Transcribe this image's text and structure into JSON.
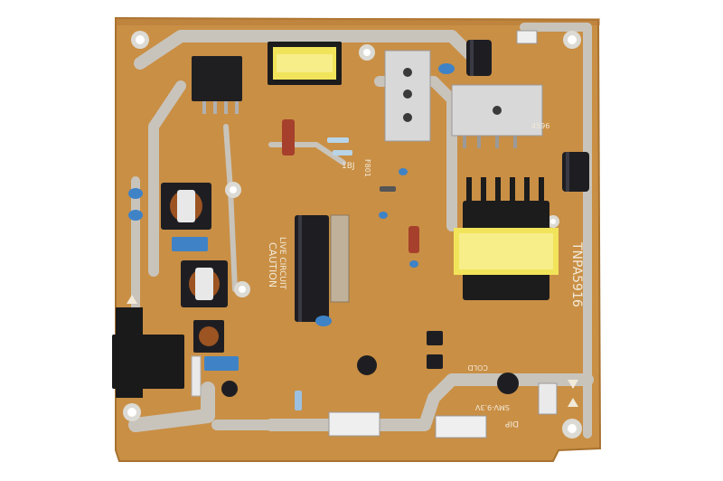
{
  "photo": {
    "subject": "",
    "colors": {
      "background": "#ffffff",
      "board": "#c98f45",
      "board_shadow": "#b57a36",
      "trace": "#c8c4bc",
      "silkscreen": "#f2ead8",
      "capacitor_blue": "#3f83c6",
      "capacitor_black": "#1e1e22",
      "resistor_red": "#a6402c",
      "transformer_yellow": "#f1e45a",
      "metal": "#d8d8d8"
    },
    "board_labels": {
      "board_id": "TNPA5916",
      "warning": "CAUTION",
      "live_circuit": "LIVE CIRCUIT",
      "lot_code": "1BJ",
      "sub_label": "4596",
      "dip_label": "DIP",
      "smv_label": "SMV-9.3V",
      "cold_label": "COLD",
      "fuse_label": "F801"
    }
  }
}
